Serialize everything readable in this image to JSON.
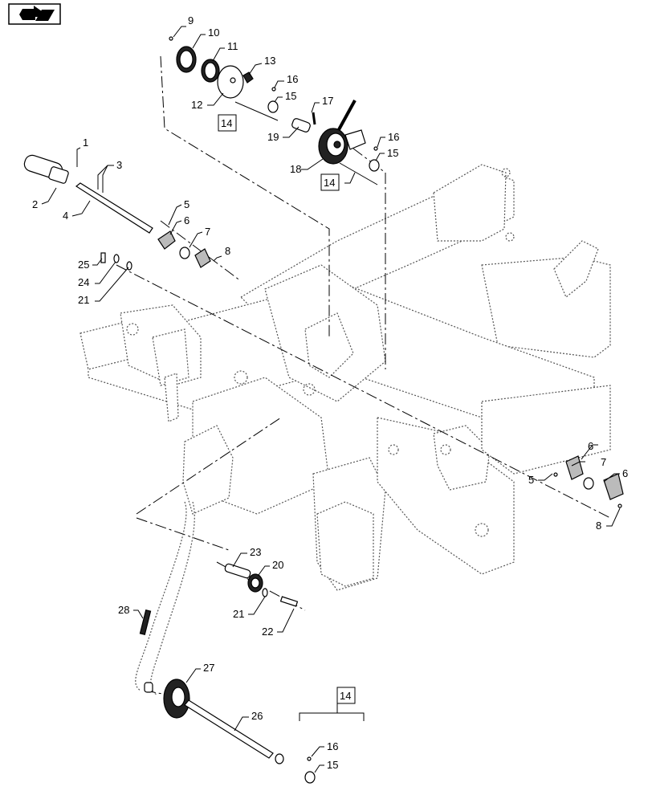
{
  "nav_icon": "back-arrow-icon",
  "callouts": [
    {
      "id": "c1",
      "text": "1"
    },
    {
      "id": "c2",
      "text": "2"
    },
    {
      "id": "c3",
      "text": "3"
    },
    {
      "id": "c4",
      "text": "4"
    },
    {
      "id": "c5a",
      "text": "5"
    },
    {
      "id": "c5b",
      "text": "5"
    },
    {
      "id": "c6a",
      "text": "6"
    },
    {
      "id": "c6b",
      "text": "6"
    },
    {
      "id": "c6c",
      "text": "6"
    },
    {
      "id": "c7a",
      "text": "7"
    },
    {
      "id": "c7b",
      "text": "7"
    },
    {
      "id": "c8a",
      "text": "8"
    },
    {
      "id": "c8b",
      "text": "8"
    },
    {
      "id": "c9",
      "text": "9"
    },
    {
      "id": "c10",
      "text": "10"
    },
    {
      "id": "c11",
      "text": "11"
    },
    {
      "id": "c12",
      "text": "12"
    },
    {
      "id": "c13",
      "text": "13"
    },
    {
      "id": "c15a",
      "text": "15"
    },
    {
      "id": "c15b",
      "text": "15"
    },
    {
      "id": "c15c",
      "text": "15"
    },
    {
      "id": "c16a",
      "text": "16"
    },
    {
      "id": "c16b",
      "text": "16"
    },
    {
      "id": "c16c",
      "text": "16"
    },
    {
      "id": "c17",
      "text": "17"
    },
    {
      "id": "c18",
      "text": "18"
    },
    {
      "id": "c19",
      "text": "19"
    },
    {
      "id": "c20",
      "text": "20"
    },
    {
      "id": "c21a",
      "text": "21"
    },
    {
      "id": "c21b",
      "text": "21"
    },
    {
      "id": "c22",
      "text": "22"
    },
    {
      "id": "c23",
      "text": "23"
    },
    {
      "id": "c24",
      "text": "24"
    },
    {
      "id": "c25",
      "text": "25"
    },
    {
      "id": "c26",
      "text": "26"
    },
    {
      "id": "c27",
      "text": "27"
    },
    {
      "id": "c28",
      "text": "28"
    }
  ],
  "boxed_refs": [
    {
      "id": "b14a",
      "text": "14"
    },
    {
      "id": "b14b",
      "text": "14"
    },
    {
      "id": "b14c",
      "text": "14"
    }
  ]
}
